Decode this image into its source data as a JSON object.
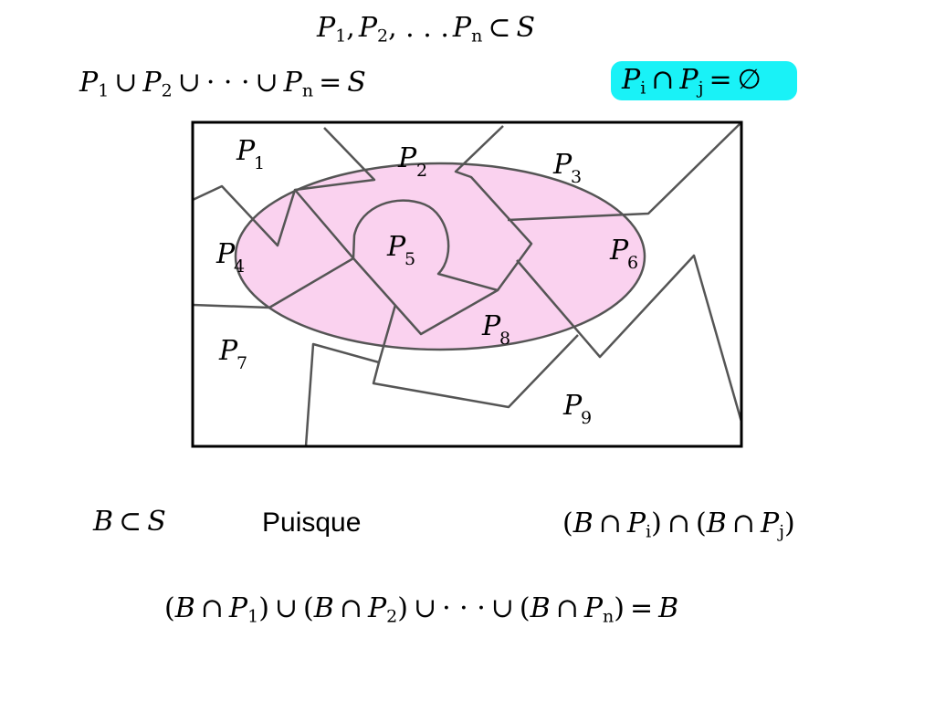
{
  "top_formula_1": {
    "p": "P",
    "sub1": "1",
    "sep1": ",",
    "sub2": "2",
    "sep2": ", . . .",
    "pn": "P",
    "subn": "n",
    "subset": "⊂",
    "s": "S"
  },
  "top_formula_2": {
    "p1": "P",
    "sub1": "1",
    "union1": "∪",
    "p2": "P",
    "sub2": "2",
    "union2": "∪",
    "dots": "· · ·",
    "union3": "∪",
    "pn": "P",
    "subn": "n",
    "eq": "=",
    "s": "S"
  },
  "highlight_formula": {
    "pi": "P",
    "subi": "i",
    "cap": "∩",
    "pj": "P",
    "subj": "j",
    "eq": "=",
    "empty": "∅",
    "color": "#19f2f7"
  },
  "diagram": {
    "ellipse_color": "#fad2ef",
    "line_color": "#555555",
    "labels": [
      {
        "p": "P",
        "sub": "1"
      },
      {
        "p": "P",
        "sub": "2"
      },
      {
        "p": "P",
        "sub": "3"
      },
      {
        "p": "P",
        "sub": "4"
      },
      {
        "p": "P",
        "sub": "5"
      },
      {
        "p": "P",
        "sub": "6"
      },
      {
        "p": "P",
        "sub": "7"
      },
      {
        "p": "P",
        "sub": "8"
      },
      {
        "p": "P",
        "sub": "9"
      }
    ]
  },
  "b_subset": {
    "b": "B",
    "subset": "⊂",
    "s": "S"
  },
  "puisque": "Puisque",
  "intersect_formula": {
    "lp1": "(",
    "b1": "B",
    "cap1": "∩",
    "p1": "P",
    "sub1": "i",
    "rp1": ")",
    "cap": "∩",
    "lp2": "(",
    "b2": "B",
    "cap2": "∩",
    "p2": "P",
    "sub2": "j",
    "rp2": ")"
  },
  "bottom_formula": {
    "t1": "(",
    "b": "B",
    "cap": "∩",
    "p": "P",
    "sub1": "1",
    "rp": ")",
    "union": "∪",
    "sub2": "2",
    "dots": "· · ·",
    "subn": "n",
    "eq": "=",
    "rhs": "B"
  }
}
